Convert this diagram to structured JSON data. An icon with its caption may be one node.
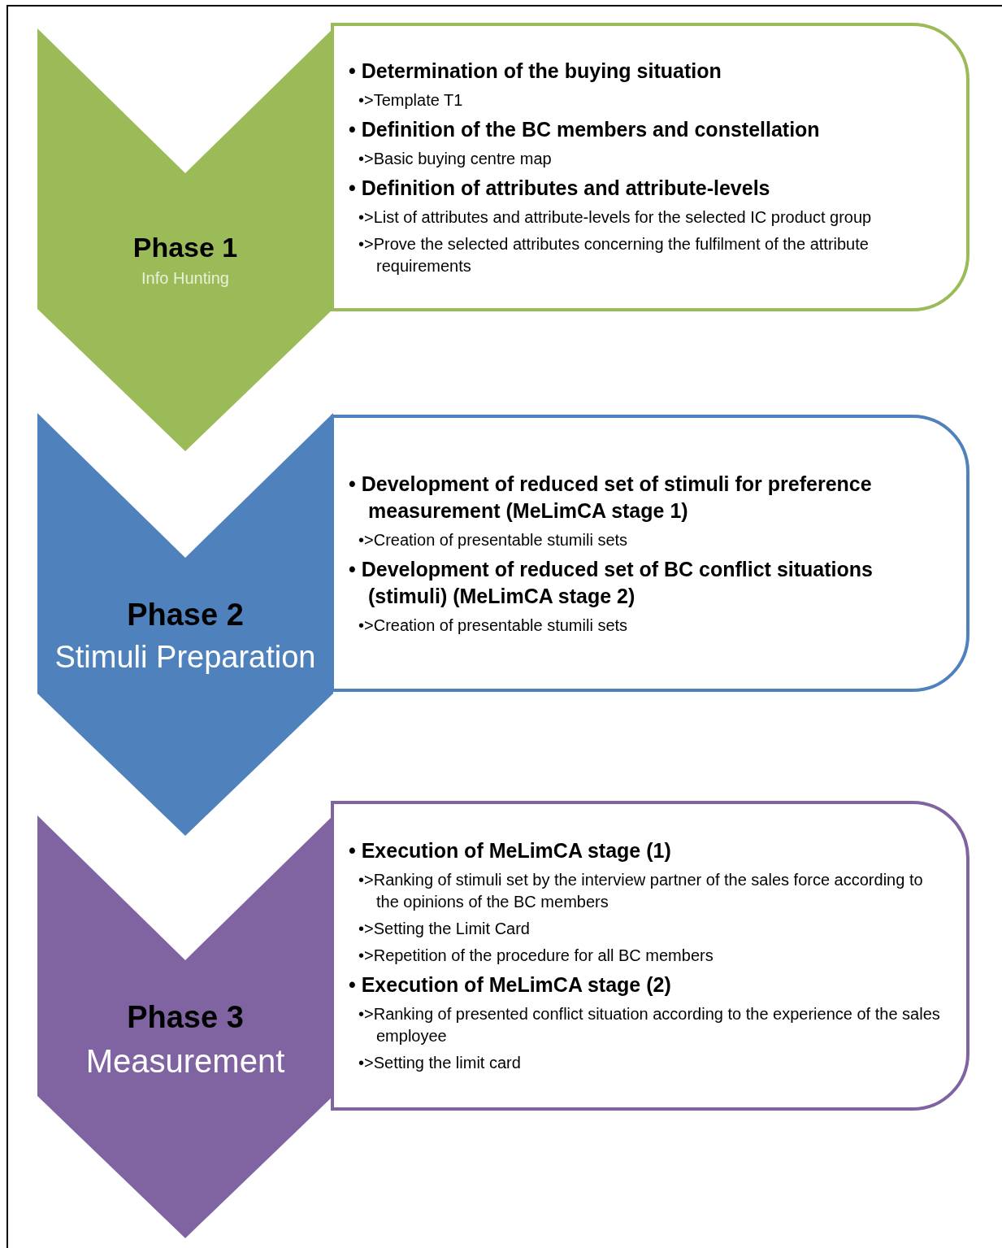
{
  "diagram": {
    "nodes": [
      {
        "text": [
          "Phase 1",
          "Info Hunting"
        ]
      },
      {
        "text": [
          "• Determination of the buying situation",
          "•>Template T1",
          "• Definition of the BC members and constellation",
          "•>Basic buying centre map",
          "• Definition of attributes and attribute-levels",
          "•>List of attributes and attribute-levels for the selected IC product group",
          "•>Prove the selected attributes concerning the fulfilment of the attribute requirements"
        ]
      },
      {
        "text": [
          "Phase 2",
          "Stimuli Preparation"
        ]
      },
      {
        "text": [
          "• Development of reduced set of stimuli for preference measurement (MeLimCA stage 1)",
          "•>Creation of presentable stumili sets",
          "• Development of  reduced set of BC conflict situations (stimuli) (MeLimCA stage 2)",
          "•>Creation of presentable stumili sets"
        ]
      },
      {
        "text": [
          "Phase 3",
          "Measurement"
        ]
      },
      {
        "text": [
          "• Execution of MeLimCA stage (1)",
          "•>Ranking of stimuli set by the interview partner of the sales force according to the opinions of the BC members",
          "•>Setting the Limit Card",
          "•>Repetition of the procedure for all BC members",
          "• Execution of MeLimCA stage (2)",
          "•>Ranking of presented conflict situation according to the experience of the sales employee",
          "•>Setting the limit card"
        ]
      }
    ]
  }
}
